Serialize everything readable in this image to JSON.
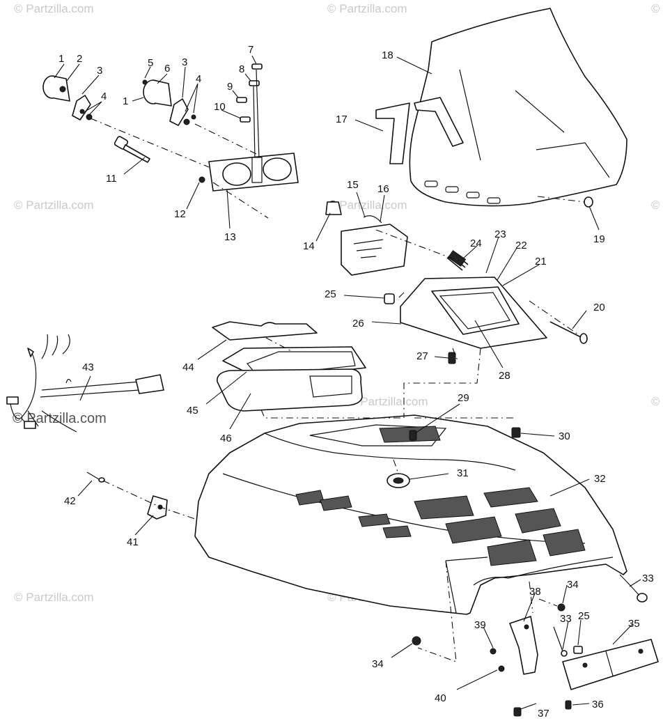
{
  "watermark": {
    "text": "© Partzilla.com"
  },
  "callouts": {
    "c1a": "1",
    "c2": "2",
    "c3a": "3",
    "c4a": "4",
    "c5": "5",
    "c6": "6",
    "c1b": "1",
    "c3b": "3",
    "c4b": "4",
    "c7": "7",
    "c8": "8",
    "c9": "9",
    "c10": "10",
    "c11": "11",
    "c12": "12",
    "c13": "13",
    "c14": "14",
    "c15": "15",
    "c16": "16",
    "c17": "17",
    "c18": "18",
    "c19": "19",
    "c20": "20",
    "c21": "21",
    "c22": "22",
    "c23": "23",
    "c24": "24",
    "c25a": "25",
    "c26": "26",
    "c27": "27",
    "c28": "28",
    "c29": "29",
    "c30": "30",
    "c31": "31",
    "c32": "32",
    "c33a": "33",
    "c34a": "34",
    "c35": "35",
    "c25b": "25",
    "c33b": "33",
    "c38": "38",
    "c39": "39",
    "c34b": "34",
    "c40": "40",
    "c37": "37",
    "c36": "36",
    "c41": "41",
    "c42": "42",
    "c43": "43",
    "c44": "44",
    "c45": "45",
    "c46": "46"
  }
}
